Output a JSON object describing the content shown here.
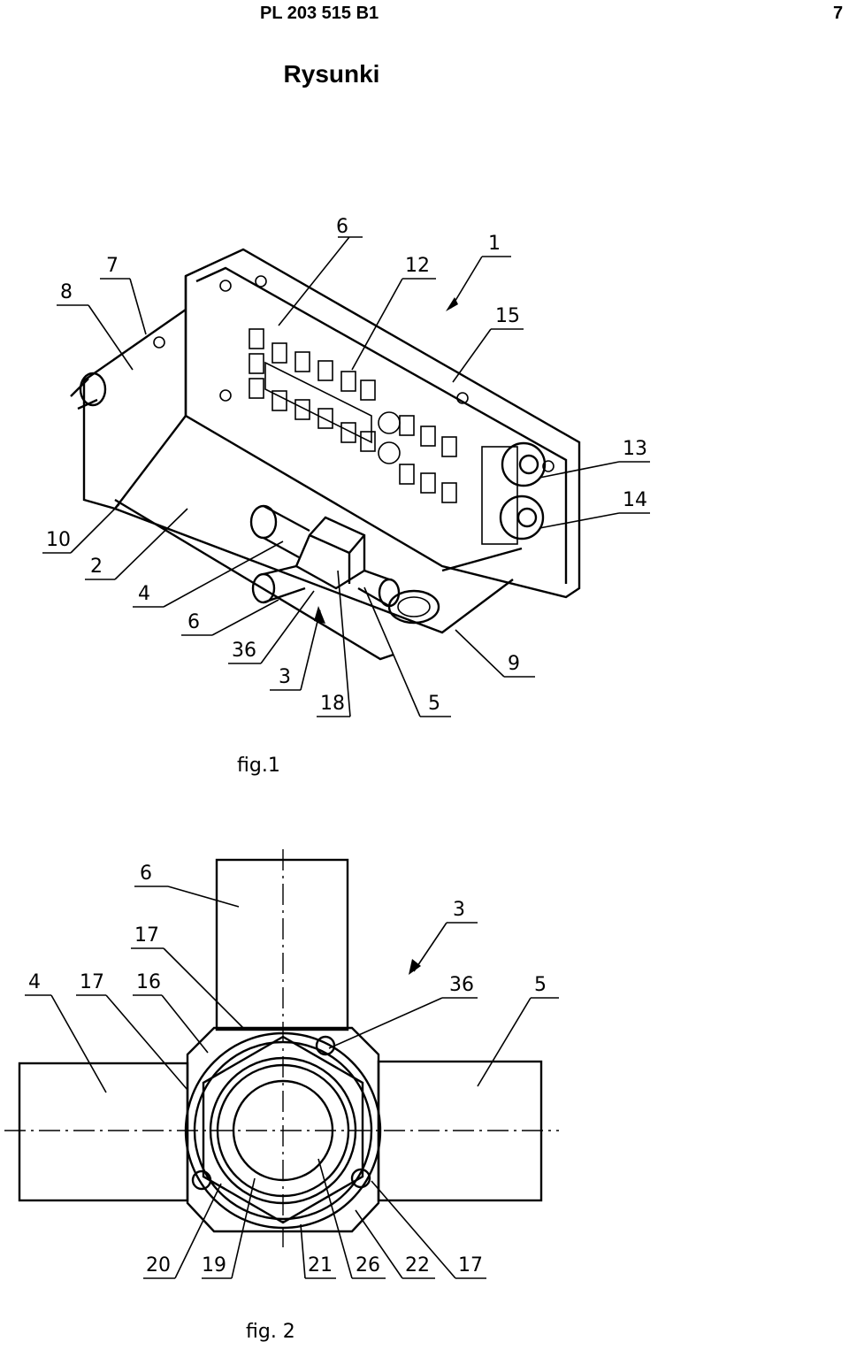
{
  "header": {
    "doc_id": "PL 203 515 B1",
    "page": "7"
  },
  "title": "Rysunki",
  "fig1": {
    "caption": "fig.1",
    "labels": [
      "6",
      "7",
      "8",
      "12",
      "1",
      "15",
      "13",
      "14",
      "10",
      "2",
      "4",
      "6",
      "36",
      "3",
      "18",
      "5",
      "9"
    ]
  },
  "fig2": {
    "caption": "fig. 2",
    "labels": [
      "6",
      "17",
      "3",
      "4",
      "17",
      "16",
      "36",
      "5",
      "20",
      "19",
      "21",
      "26",
      "22",
      "17"
    ]
  }
}
